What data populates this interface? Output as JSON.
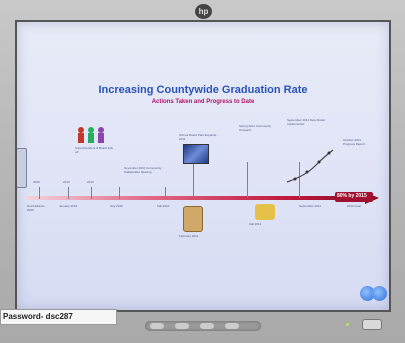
{
  "brand_logo": "hp",
  "slide": {
    "title": "Increasing Countywide Graduation Rate",
    "subtitle": "Actions Taken and Progress to Date"
  },
  "timeline": {
    "goal_label": "80% by 2015",
    "years": [
      "2009",
      "2010",
      "2010"
    ],
    "above_events": [
      "Superintendent & Board kick off",
      "November 2010 Community Stakeholder Meeting",
      "School Board Plan Expands 2011",
      "Spring 2011 Community Outreach",
      "September 2011 New Model Implemented",
      "October 2011 Progress Report"
    ],
    "below_events": [
      "Grad Alliance 2009",
      "January 2010",
      "July 2010",
      "Fall 2010",
      "February 2011",
      "Fall 2011",
      "September 2011",
      "2012 Goal"
    ]
  },
  "sticky_note": {
    "text": "Password- dsc287"
  },
  "accent_colors": {
    "title": "#2a54b8",
    "subtitle": "#b0126a",
    "timeline": "#a01030"
  }
}
